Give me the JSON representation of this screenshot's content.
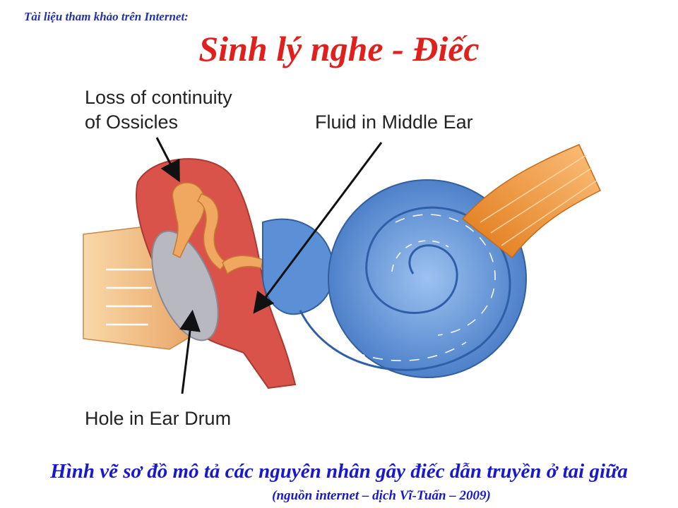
{
  "header": {
    "source_note": "Tài liệu tham khảo trên Internet:",
    "title": "Sinh lý nghe - Điếc"
  },
  "diagram": {
    "labels": {
      "ossicles_line1": "Loss of continuity",
      "ossicles_line2": "of Ossicles",
      "fluid": "Fluid in Middle Ear",
      "eardrum": "Hole in Ear Drum"
    },
    "colors": {
      "middle_ear": "#d9534a",
      "ossicles": "#f0a860",
      "eardrum": "#b8b8c0",
      "cochlea": "#5b8fd6",
      "ear_canal": "#f3c08a",
      "nerve": "#f0962e"
    }
  },
  "footer": {
    "caption": "Hình vẽ sơ đồ mô tả các nguyên nhân gây điếc dẫn truyền ở tai giữa",
    "subcaption": "(nguồn internet – dịch Vĩ-Tuấn – 2009)"
  }
}
